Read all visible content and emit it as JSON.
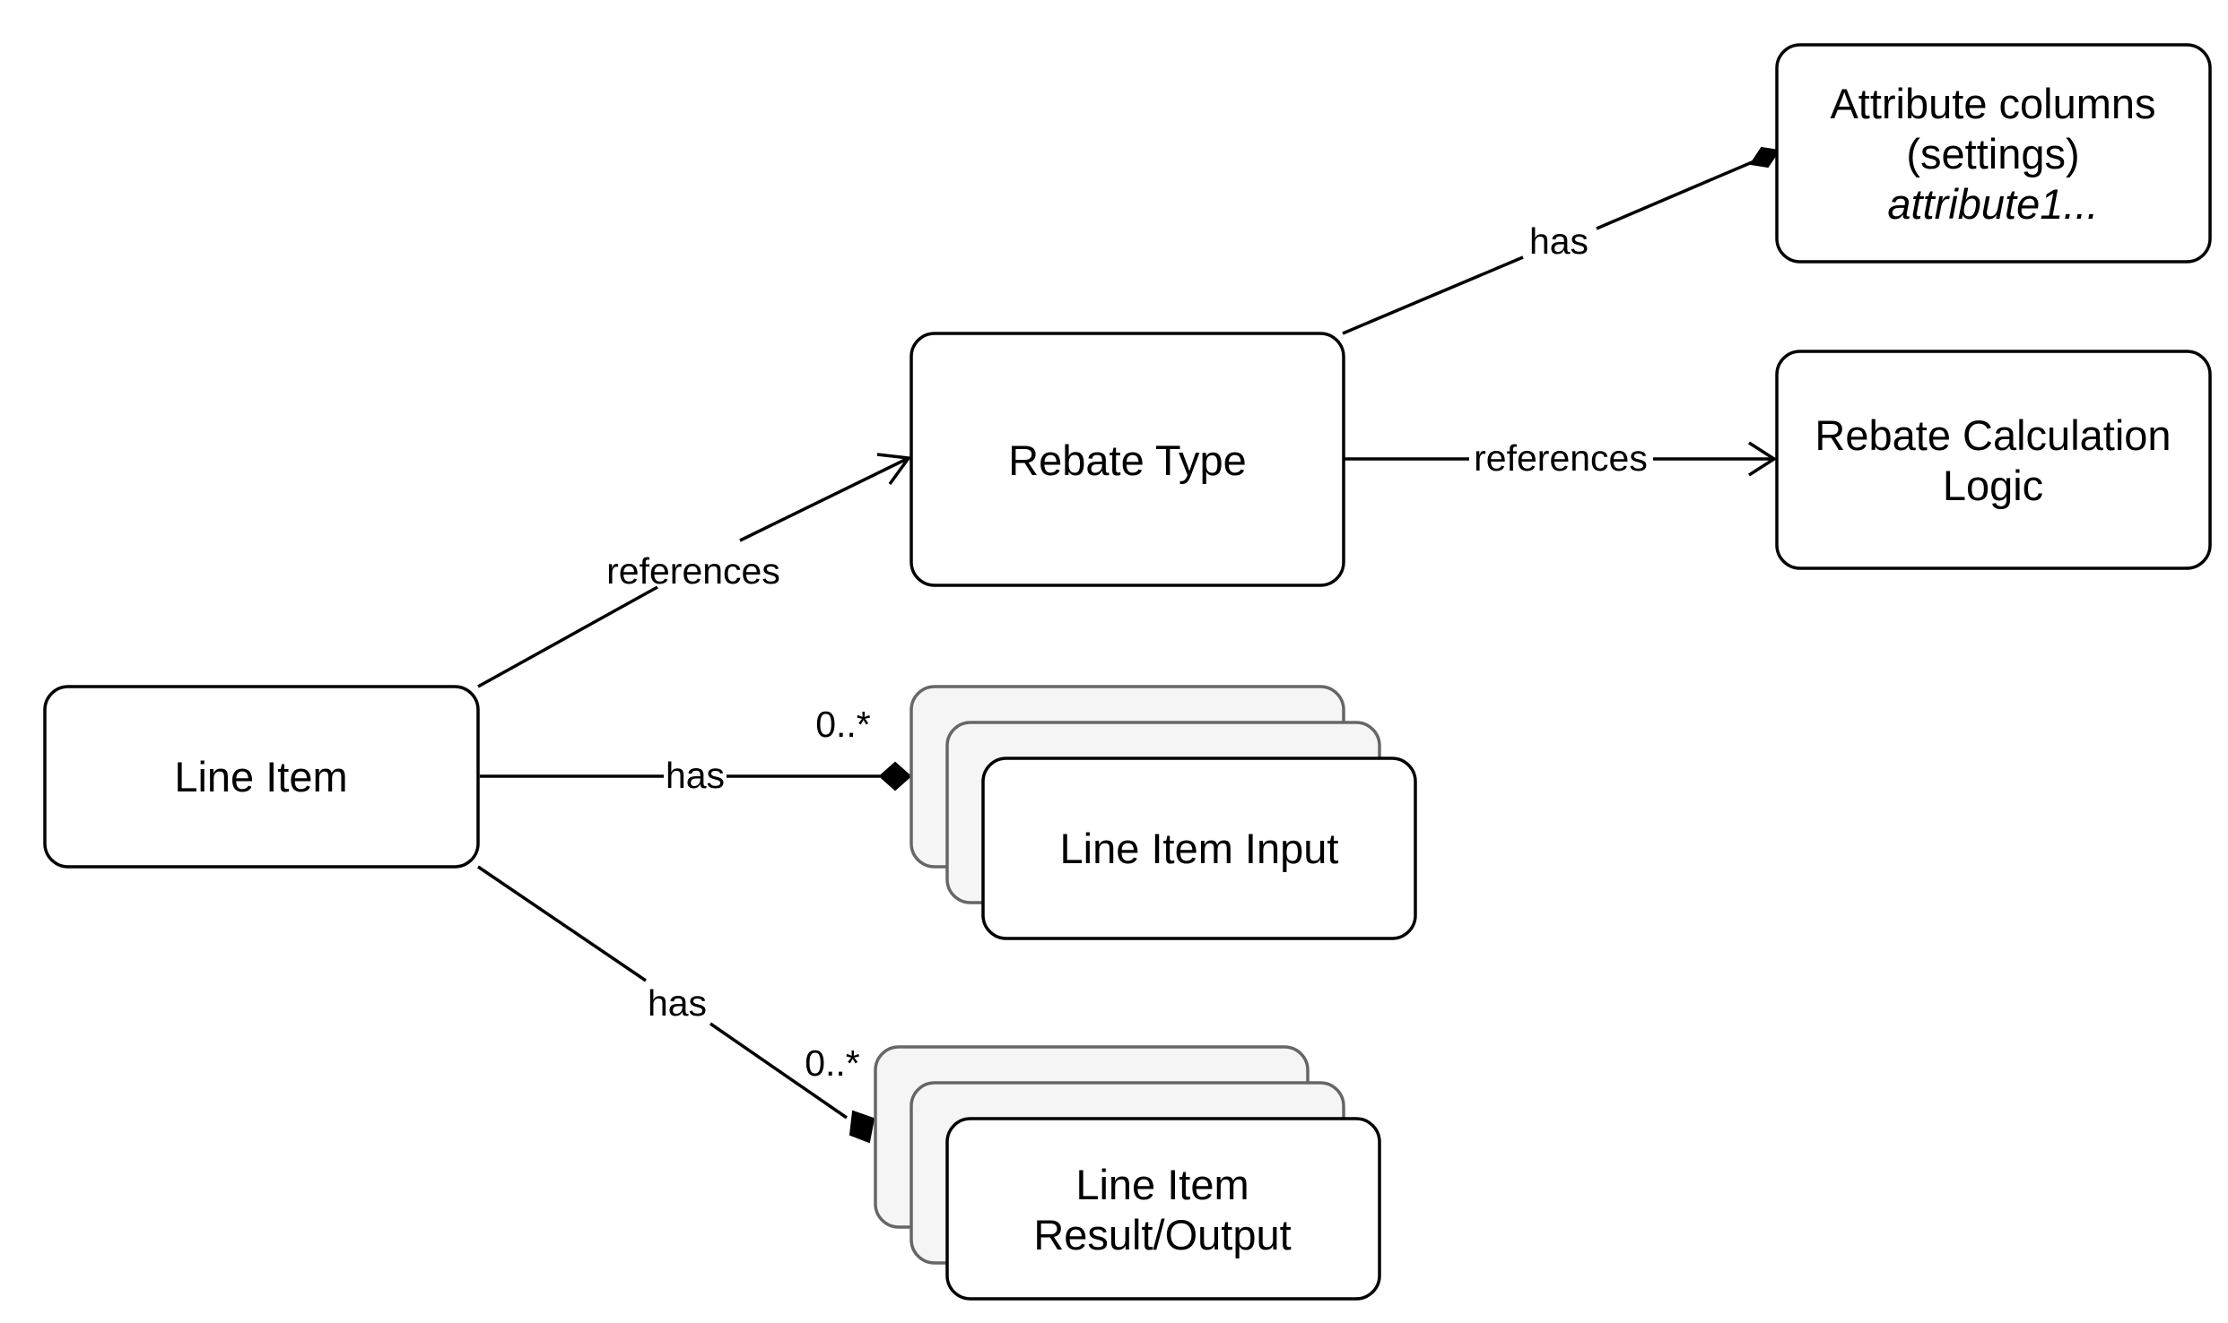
{
  "colors": {
    "stroke": "#000000",
    "node_fill": "#ffffff",
    "stack_fill": "#f5f5f5",
    "stack_stroke": "#666666",
    "background": "#ffffff"
  },
  "nodes": {
    "line_item": {
      "label": "Line Item"
    },
    "rebate_type": {
      "label": "Rebate Type"
    },
    "attribute_columns": {
      "lines": [
        "Attribute columns",
        "(settings)"
      ],
      "italic_line": "attribute1..."
    },
    "rebate_calc_logic": {
      "lines": [
        "Rebate Calculation",
        "Logic"
      ]
    },
    "line_item_input": {
      "label": "Line Item Input"
    },
    "line_item_result": {
      "lines": [
        "Line Item",
        "Result/Output"
      ]
    }
  },
  "edges": {
    "line_item_to_rebate_type": {
      "label": "references",
      "arrowhead": "open-arrow"
    },
    "rebate_type_to_attributes": {
      "label": "has",
      "arrowhead": "filled-diamond"
    },
    "rebate_type_to_logic": {
      "label": "references",
      "arrowhead": "open-arrow"
    },
    "line_item_to_input": {
      "label": "has",
      "multiplicity": "0..*",
      "arrowhead": "filled-diamond"
    },
    "line_item_to_result": {
      "label": "has",
      "multiplicity": "0..*",
      "arrowhead": "filled-diamond"
    }
  }
}
